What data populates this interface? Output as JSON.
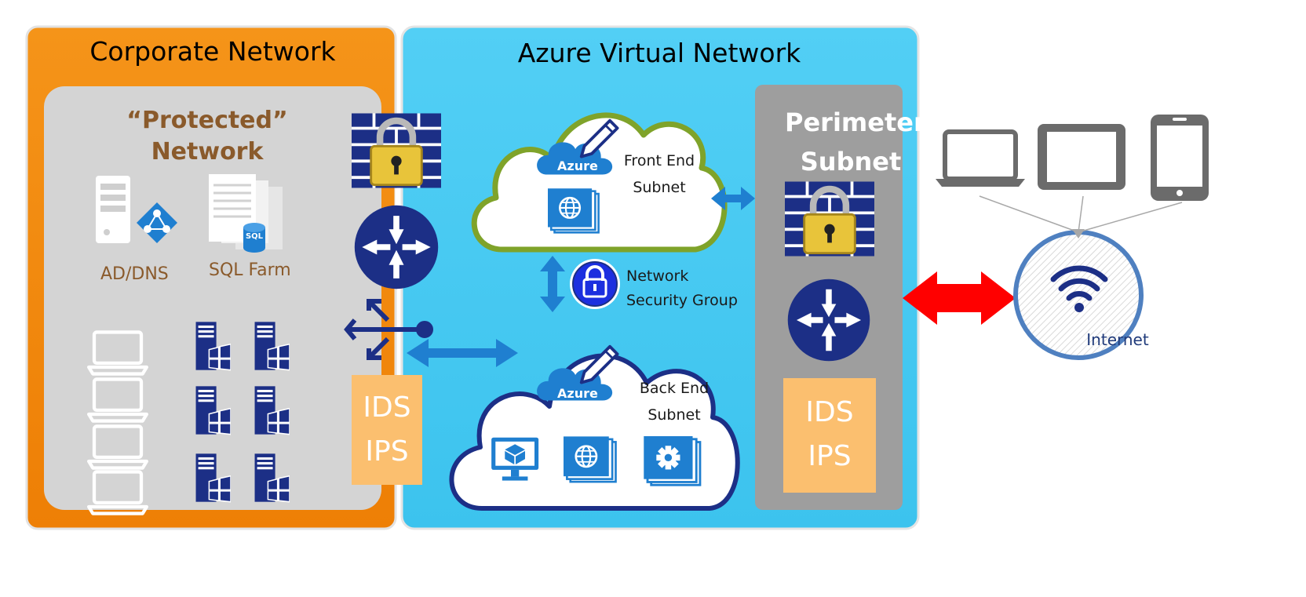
{
  "corporate": {
    "title": "Corporate Network",
    "protected_line1": "“Protected”",
    "protected_line2": "Network",
    "ad_dns_label": "AD/DNS",
    "sql_farm_label": "SQL Farm",
    "sql_badge": "SQL",
    "ids_line1": "IDS",
    "ids_line2": "IPS"
  },
  "azure": {
    "title": "Azure Virtual Network",
    "front_end_line1": "Front End",
    "front_end_line2": "Subnet",
    "back_end_line1": "Back End",
    "back_end_line2": "Subnet",
    "azure_word": "Azure",
    "nsg_line1": "Network",
    "nsg_line2": "Security Group"
  },
  "perimeter": {
    "line1": "Perimeter",
    "line2": "Subnet",
    "ids_line1": "IDS",
    "ids_line2": "IPS"
  },
  "internet": {
    "label": "Internet",
    "devices": [
      "laptop-icon",
      "tablet-icon",
      "phone-icon"
    ]
  },
  "colors": {
    "corporate_orange": "#f0850a",
    "protected_gray": "#d6d6d6",
    "azure_blue": "#45c8f0",
    "perimeter_gray": "#9e9e9e",
    "ids_orange": "#fbbf6f",
    "navy": "#1c2f86",
    "link_blue": "#1f7fd0",
    "red_arrow": "#ff0000"
  }
}
